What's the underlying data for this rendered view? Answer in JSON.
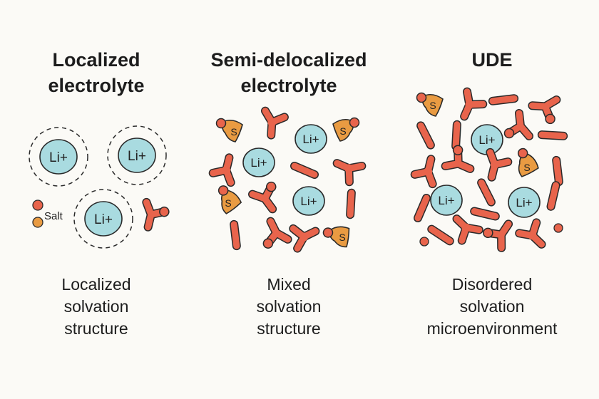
{
  "panels": [
    {
      "title": "Localized\nelectrolyte",
      "caption": "Localized\nsolvation\nstructure",
      "ion_label": "Li+",
      "salt_label": "Salt"
    },
    {
      "title": "Semi-delocalized\nelectrolyte",
      "caption": "Mixed\nsolvation\nstructure",
      "ion_label": "Li+",
      "solvent_label": "S"
    },
    {
      "title": "UDE",
      "caption": "Disordered\nsolvation\nmicroenvironment",
      "ion_label": "Li+",
      "solvent_label": "S"
    }
  ],
  "colors": {
    "background": "#fbfaf6",
    "lithium_fill": "#a9dbe0",
    "anion_red": "#e8644c",
    "solvent_orange": "#e99b42",
    "outline": "#2a2a2a"
  }
}
